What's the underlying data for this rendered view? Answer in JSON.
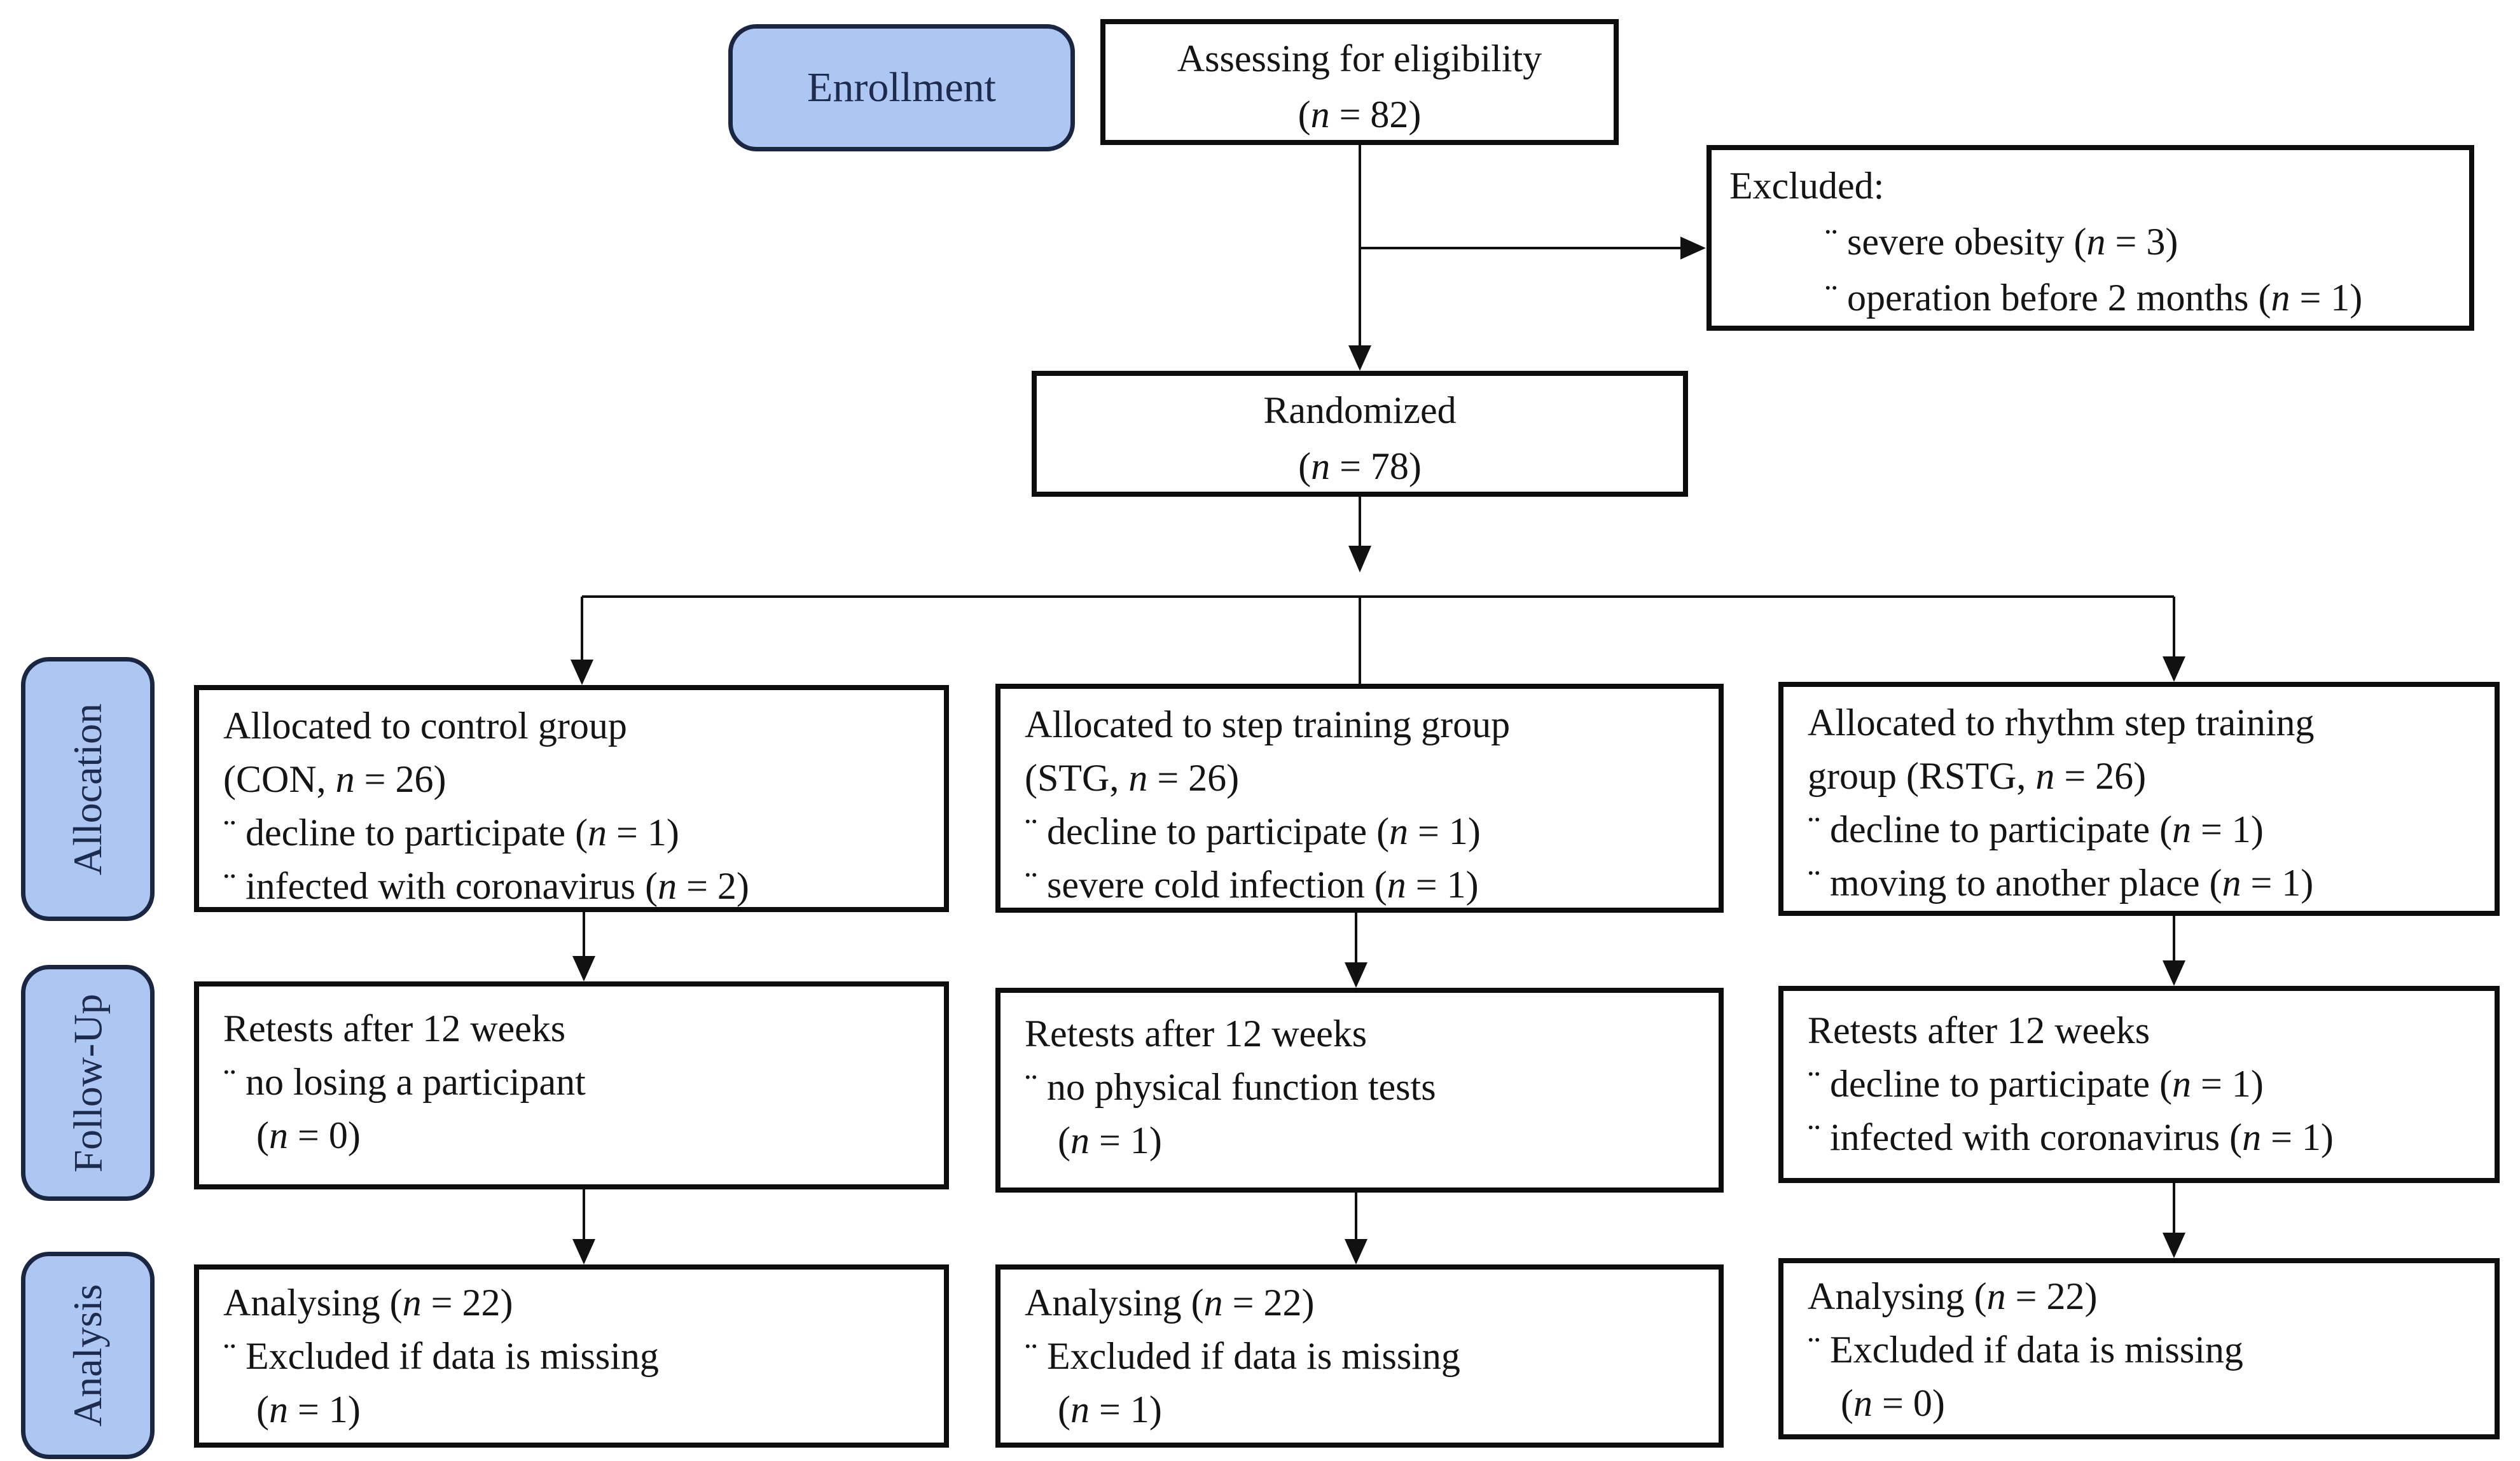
{
  "stages": {
    "enrollment": "Enrollment",
    "allocation": "Allocation",
    "followup": "Follow-Up",
    "analysis": "Analysis"
  },
  "flow": {
    "assessing": {
      "line1": "Assessing for eligibility",
      "line2": "(n = 82)"
    },
    "excluded": {
      "title": "Excluded:",
      "item1": "¨ severe obesity (n = 3)",
      "item2": "¨ operation before 2 months (n = 1)"
    },
    "randomized": {
      "line1": "Randomized",
      "line2": "(n = 78)"
    },
    "allocation": {
      "control": {
        "line1": "Allocated to control group",
        "line2": "(CON, n = 26)",
        "line3": "¨ decline to participate (n = 1)",
        "line4": "¨ infected with coronavirus (n = 2)"
      },
      "stg": {
        "line1": "Allocated to step training group",
        "line2": "(STG, n = 26)",
        "line3": "¨ decline to participate (n = 1)",
        "line4": "¨ severe cold infection (n = 1)"
      },
      "rstg": {
        "line1": "Allocated to rhythm step training",
        "line2": "group (RSTG, n = 26)",
        "line3": "¨ decline to participate (n = 1)",
        "line4": "¨ moving to another place (n = 1)"
      }
    },
    "followup": {
      "control": {
        "line1": "Retests after 12 weeks",
        "line2": "¨ no losing a participant",
        "line3": "(n = 0)"
      },
      "stg": {
        "line1": "Retests after 12 weeks",
        "line2": "¨ no physical function tests",
        "line3": "(n = 1)"
      },
      "rstg": {
        "line1": "Retests after 12 weeks",
        "line2": "¨ decline to participate (n = 1)",
        "line3": "¨ infected with coronavirus (n = 1)"
      }
    },
    "analysis": {
      "control": {
        "line1": "Analysing (n = 22)",
        "line2": "¨ Excluded if data is missing",
        "line3": "(n = 1)"
      },
      "stg": {
        "line1": "Analysing (n = 22)",
        "line2": "¨ Excluded if data is missing",
        "line3": "(n = 1)"
      },
      "rstg": {
        "line1": "Analysing (n = 22)",
        "line2": "¨ Excluded if data is missing",
        "line3": "(n = 0)"
      }
    }
  },
  "colors": {
    "stage_fill": "#aec6f2",
    "stage_border": "#1b2742",
    "stage_text": "#1d2b4e",
    "box_border": "#0d0d0d",
    "arrow": "#111111"
  }
}
